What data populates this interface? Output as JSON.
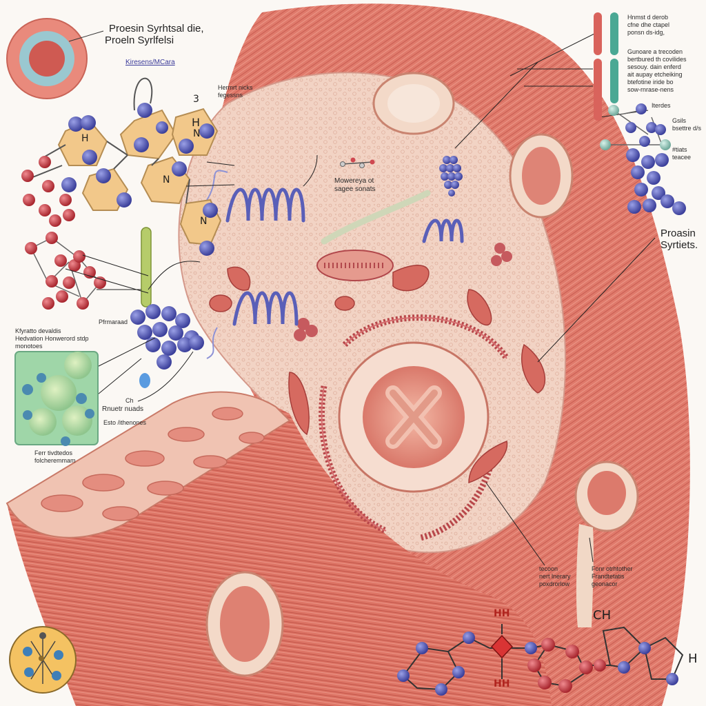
{
  "figure": {
    "title_line1": "Proesin Syrhtsal die,",
    "title_line2": "Proeln Syrlfelsi",
    "subtitle_link": "Kiresens/MCara",
    "label_top_mid": "Hermrt nicks\nfegessns",
    "label_center": "Mowereya ot\nsagee sonats",
    "label_top_right_1": "Hnmst d derob\ncfne dhe ctapel\nponsn ds-idg,",
    "label_top_right_2": "Gunoare a trecoden\nbertbured th covilides\nsesouy. dain enferd\nait aupay etcheiking\nbtefotine iride bo\nsow-rnrase-nens",
    "label_right_small_1": "Iterdes",
    "label_right_small_2": "Gsils\nbsettre d/s",
    "label_right_small_3": "#tiats\nteacee",
    "label_right_big": "Proasin\nSyrtiets.",
    "label_left_box_title": "Kfyratto devaldis\nHedvation Honwerord stdp\nmonotoes",
    "label_left_small": "Pfrmaraad",
    "label_left_ch": "Ch",
    "label_left_rnuet": "Rnuetr nuads",
    "label_left_esto": "Esto /ithenones",
    "label_left_bottom": "Ferr tivdtedos\nfolcheremmam",
    "label_bottom_mid": "tecoon\nnert lnerary\npoxdrorlow",
    "label_bottom_right": "Fonr otrhtother\nFrandtetatis\ngeonacor",
    "chem_ch": "CH",
    "chem_hh_top": "HH",
    "chem_hh_bottom": "HH",
    "chem_h_right": "H",
    "chem_h1": "H",
    "chem_n1": "N",
    "chem_h2": "H",
    "chem_n2": "N",
    "chem_n3": "N",
    "chem_num": "3",
    "colors": {
      "muscle": "#e0786a",
      "muscle_dark": "#c85a50",
      "cytoplasm": "#f3d4c6",
      "protein_blue": "#5a5fb8",
      "atom_red": "#cf4850",
      "ring_orange": "#f2c88a",
      "green_box": "#9fd6a8"
    }
  }
}
